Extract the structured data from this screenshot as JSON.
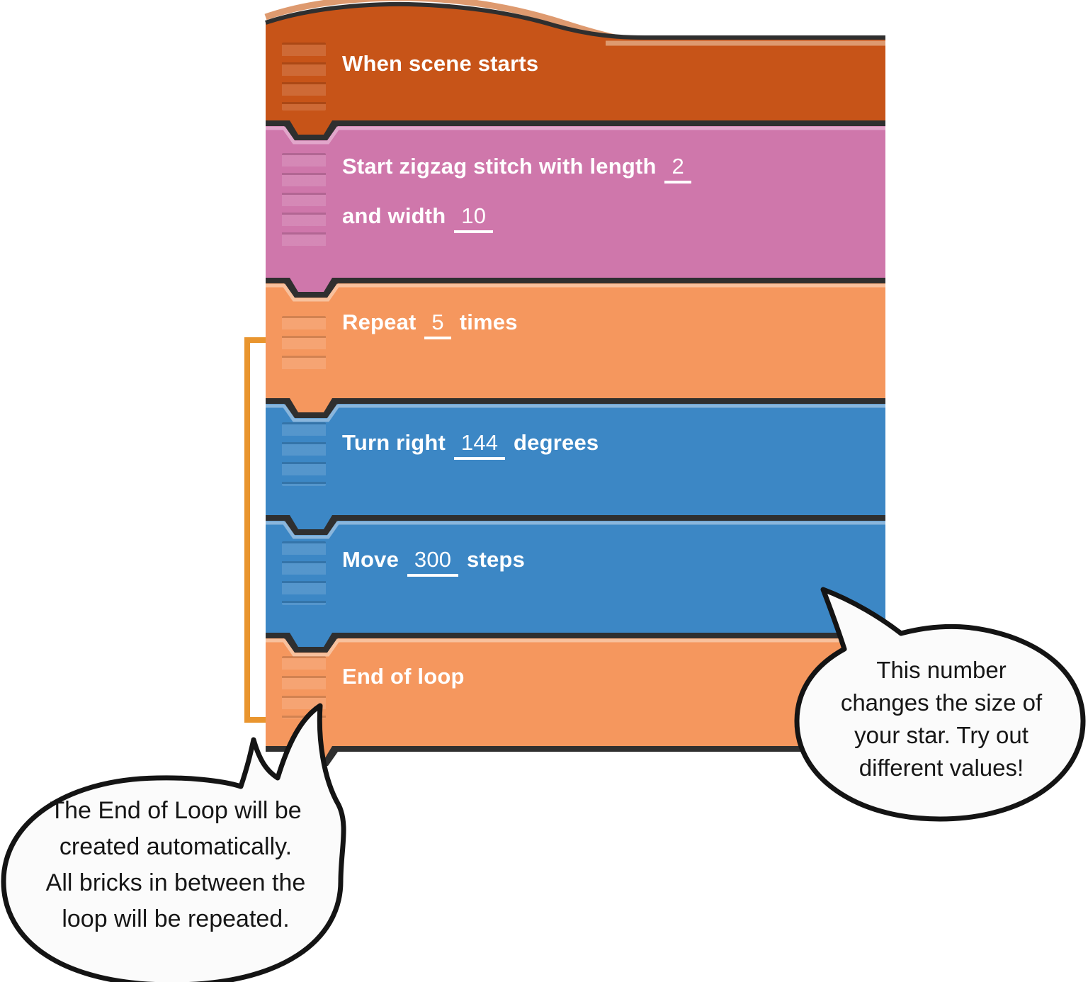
{
  "bricks": [
    {
      "name": "when-scene-starts",
      "label": "When scene starts",
      "color": "#C75418"
    },
    {
      "name": "start-zigzag-stitch",
      "line1_text": "Start zigzag stitch with length",
      "line1_value": "2",
      "line2_text": "and width",
      "line2_value": "10",
      "color": "#CF77AB"
    },
    {
      "name": "repeat",
      "text_before": "Repeat",
      "value": "5",
      "text_after": "times",
      "color": "#F5975E"
    },
    {
      "name": "turn-right",
      "text_before": "Turn right",
      "value": "144",
      "text_after": "degrees",
      "color": "#3C87C5"
    },
    {
      "name": "move",
      "text_before": "Move",
      "value": "300",
      "text_after": "steps",
      "color": "#3C87C5"
    },
    {
      "name": "end-of-loop",
      "label": "End of loop",
      "color": "#F5975E"
    }
  ],
  "callouts": [
    {
      "name": "end-of-loop-note",
      "text": "The End of Loop will be\ncreated automatically.\nAll bricks in between the\nloop will be repeated."
    },
    {
      "name": "move-value-note",
      "text": "This number\nchanges the size of\nyour star. Try out\ndifferent values!"
    }
  ],
  "colors": {
    "event_brick": "#C75418",
    "event_brick_trim": "#DE9A6F",
    "stitch_brick": "#CF77AB",
    "stitch_brick_highlight": "#E2A6CB",
    "control_brick": "#F5975E",
    "control_brick_highlight": "#F8C19D",
    "motion_brick": "#3C87C5",
    "motion_brick_highlight": "#8AB6DC",
    "outline": "#2F2F2F",
    "loop_bracket": "#E9952E",
    "callout_fill": "#FBFBFB",
    "callout_stroke": "#141414"
  }
}
